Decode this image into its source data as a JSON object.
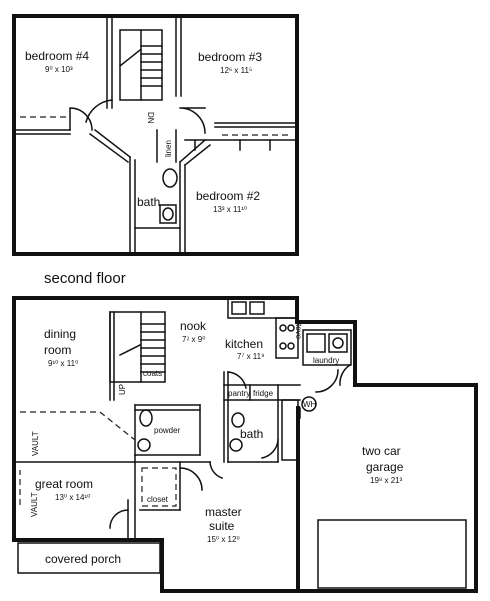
{
  "caption": "second floor",
  "rooms": {
    "bedroom4": {
      "name": "bedroom #4",
      "dim": "9⁰ x 10³"
    },
    "bedroom3": {
      "name": "bedroom #3",
      "dim": "12⁶ x 11⁵"
    },
    "bedroom2": {
      "name": "bedroom #2",
      "dim": "13³ x 11¹⁰"
    },
    "bath_up": {
      "name": "bath"
    },
    "linen": {
      "name": "linen"
    },
    "dn": {
      "name": "DN"
    },
    "dining": {
      "name": "dining",
      "name2": "room",
      "dim": "9¹⁰ x 11⁰"
    },
    "nook": {
      "name": "nook",
      "dim": "7⁲ x 9⁰"
    },
    "kitchen": {
      "name": "kitchen",
      "dim": "7⁷ x 11⁹"
    },
    "coats": {
      "name": "coats"
    },
    "up": {
      "name": "UP"
    },
    "laundry": {
      "name": "laundry"
    },
    "stove": {
      "name": "stove"
    },
    "pantry": {
      "name": "pantry"
    },
    "fridge": {
      "name": "fridge"
    },
    "wh": {
      "name": "WH"
    },
    "powder": {
      "name": "powder"
    },
    "bath_down": {
      "name": "bath"
    },
    "vault1": {
      "name": "VAULT"
    },
    "vault2": {
      "name": "VAULT"
    },
    "great": {
      "name": "great room",
      "dim": "13⁰ x 14¹⁰"
    },
    "closet": {
      "name": "closet"
    },
    "master": {
      "name": "master",
      "name2": "suite",
      "dim": "15⁰ x 12⁰"
    },
    "garage": {
      "name": "two car",
      "name2": "garage",
      "dim": "19⁸ x 21³"
    },
    "porch": {
      "name": "covered porch"
    }
  }
}
